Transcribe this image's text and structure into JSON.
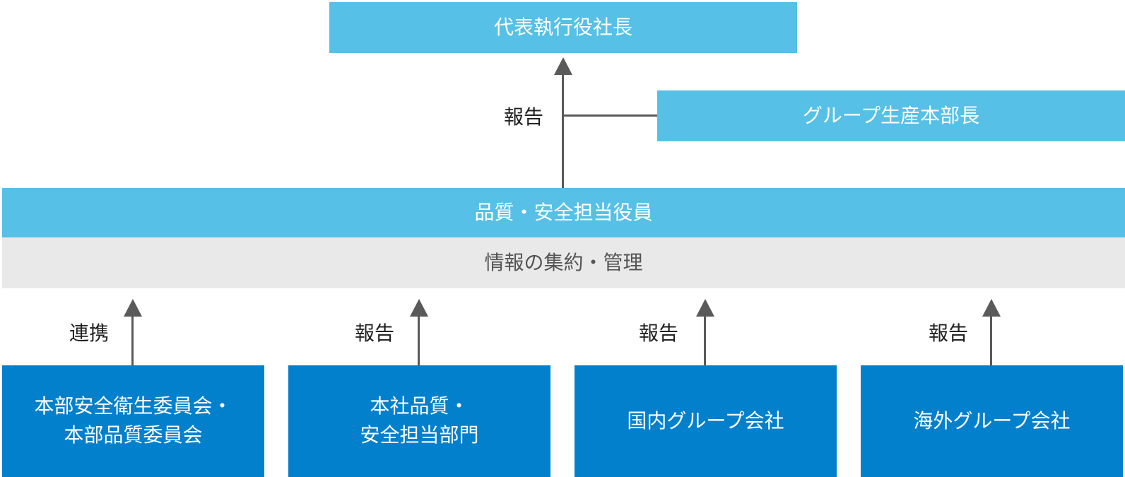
{
  "top": {
    "label": "代表執行役社長"
  },
  "group_production": {
    "label": "グループ生産本部長"
  },
  "middle": {
    "label": "品質・安全担当役員"
  },
  "info_band": {
    "label": "情報の集約・管理"
  },
  "top_connector": {
    "label": "報告"
  },
  "bottom_boxes": [
    {
      "line1": "本部安全衛生委員会・",
      "line2": "本部品質委員会",
      "connector": "連携"
    },
    {
      "line1": "本社品質・",
      "line2": "安全担当部門",
      "connector": "報告"
    },
    {
      "line1": "国内グループ会社",
      "line2": "",
      "connector": "報告"
    },
    {
      "line1": "海外グループ会社",
      "line2": "",
      "connector": "報告"
    }
  ],
  "colors": {
    "light_blue": "#56c0e6",
    "dark_blue": "#0380cc",
    "gray_band": "#e9e9e9",
    "arrow": "#5a5a5a"
  }
}
